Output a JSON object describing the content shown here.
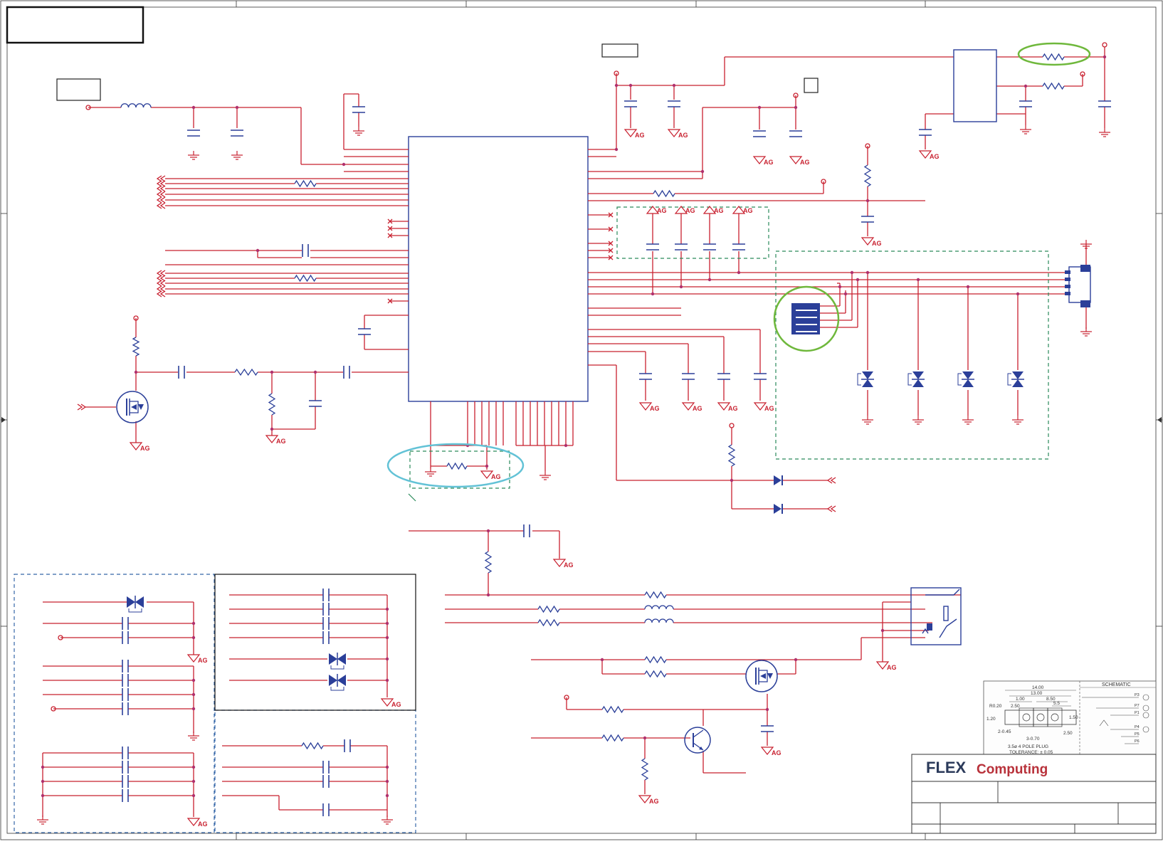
{
  "colors": {
    "wire": "#c8202f",
    "component": "#2b3f99",
    "frame": "#333333",
    "highlight_green": "#6fb83c",
    "highlight_cyan": "#62c2d6",
    "logo_dark": "#2b3a5a",
    "logo_red": "#b8313a"
  },
  "ground_label": "AG",
  "title_block": {
    "logo_part1": "FLEX",
    "logo_part2": "Computing"
  },
  "drawing": {
    "dims": [
      "14.00",
      "13.00",
      "1.00",
      "8.50",
      "5.5",
      "R0.20",
      "1.20",
      "2.50",
      "2-0.45",
      "3-0.70",
      "1.50",
      "2.50"
    ],
    "title": "SCHEMATIC",
    "caption": "3.5ø 4 POLE PLUG",
    "tolerance": "TOLERANCE: ± 0.05",
    "pins": [
      "P3",
      "P7",
      "P1",
      "P4",
      "P5",
      "P6"
    ]
  },
  "icons": [
    "ground-icon",
    "analog-ground-icon",
    "resistor-icon",
    "inductor-icon",
    "capacitor-icon",
    "diode-icon",
    "tvs-diode-icon",
    "mosfet-icon",
    "transistor-icon",
    "audio-jack-icon",
    "usb-connector-icon"
  ]
}
